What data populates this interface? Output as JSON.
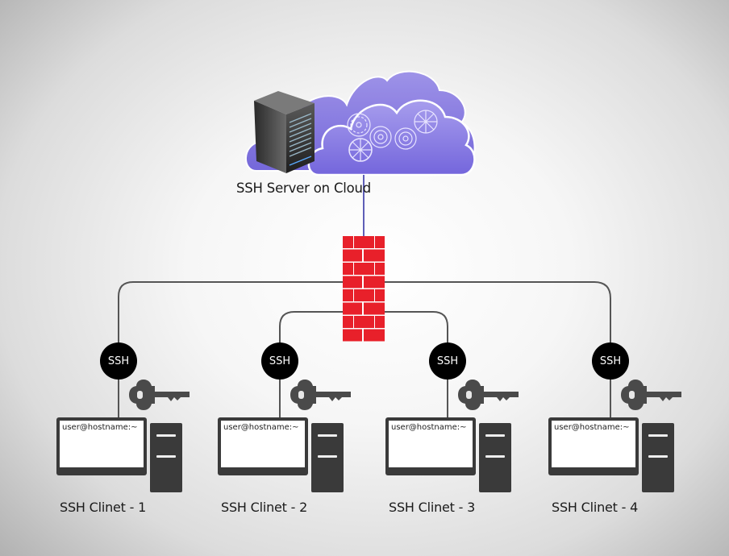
{
  "server": {
    "label": "SSH Server on Cloud",
    "icon": "server-rack-icon",
    "cloud_icon": "cloud-icon",
    "cloud_color": "#7a6ee0",
    "gears_icon": "gears-icon"
  },
  "firewall": {
    "icon": "brick-firewall-icon",
    "color": "#e8202a"
  },
  "link_colors": {
    "server_to_firewall": "#2a2aa0",
    "firewall_to_clients": "#555555"
  },
  "clients": [
    {
      "label": "SSH Clinet - 1",
      "badge": "SSH",
      "terminal_prompt": "user@hostname:~"
    },
    {
      "label": "SSH Clinet - 2",
      "badge": "SSH",
      "terminal_prompt": "user@hostname:~"
    },
    {
      "label": "SSH Clinet - 3",
      "badge": "SSH",
      "terminal_prompt": "user@hostname:~"
    },
    {
      "label": "SSH Clinet - 4",
      "badge": "SSH",
      "terminal_prompt": "user@hostname:~"
    }
  ]
}
